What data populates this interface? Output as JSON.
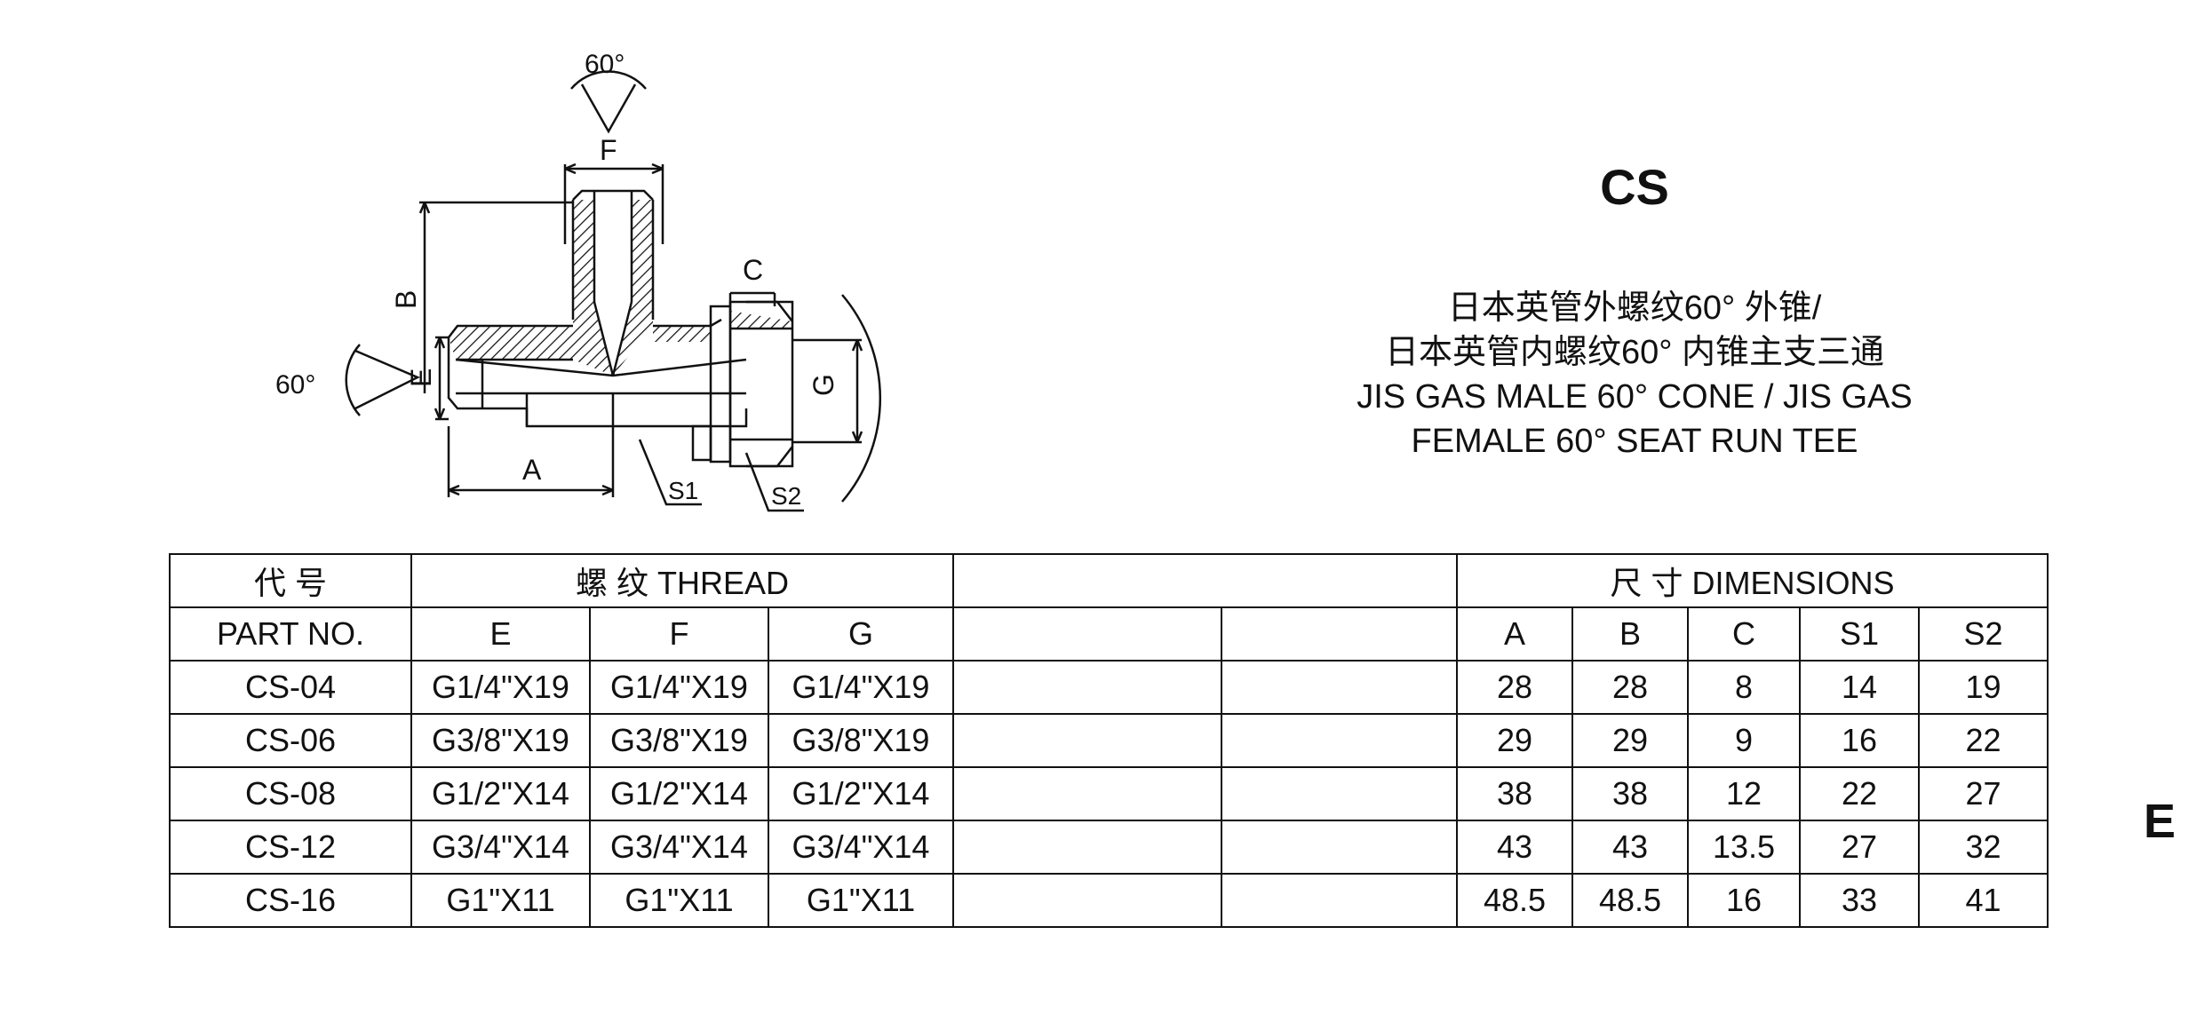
{
  "drawing": {
    "angle_top": "60°",
    "angle_left": "60°",
    "dims": {
      "A": "A",
      "B": "B",
      "C": "C",
      "E": "E",
      "F": "F",
      "G": "G",
      "S1": "S1",
      "S2": "S2"
    }
  },
  "title": {
    "code": "CS",
    "cn_line1": "日本英管外螺纹60° 外锥/",
    "cn_line2": "日本英管内螺纹60° 内锥主支三通",
    "en_line1": "JIS GAS MALE 60° CONE  / JIS GAS",
    "en_line2": "FEMALE 60° SEAT RUN TEE"
  },
  "side_letter": "E",
  "table": {
    "part_no_cn": "代  号",
    "part_no_en": "PART NO.",
    "thread_header": "螺  纹  THREAD",
    "dimensions_header": "尺  寸    DIMENSIONS",
    "thread_cols": [
      "E",
      "F",
      "G"
    ],
    "dim_cols": [
      "A",
      "B",
      "C",
      "S1",
      "S2"
    ],
    "rows": [
      {
        "part": "CS-04",
        "E": "G1/4\"X19",
        "F": "G1/4\"X19",
        "G": "G1/4\"X19",
        "A": "28",
        "B": "28",
        "C": "8",
        "S1": "14",
        "S2": "19"
      },
      {
        "part": "CS-06",
        "E": "G3/8\"X19",
        "F": "G3/8\"X19",
        "G": "G3/8\"X19",
        "A": "29",
        "B": "29",
        "C": "9",
        "S1": "16",
        "S2": "22"
      },
      {
        "part": "CS-08",
        "E": "G1/2\"X14",
        "F": "G1/2\"X14",
        "G": "G1/2\"X14",
        "A": "38",
        "B": "38",
        "C": "12",
        "S1": "22",
        "S2": "27"
      },
      {
        "part": "CS-12",
        "E": "G3/4\"X14",
        "F": "G3/4\"X14",
        "G": "G3/4\"X14",
        "A": "43",
        "B": "43",
        "C": "13.5",
        "S1": "27",
        "S2": "32"
      },
      {
        "part": "CS-16",
        "E": "G1\"X11",
        "F": "G1\"X11",
        "G": "G1\"X11",
        "A": "48.5",
        "B": "48.5",
        "C": "16",
        "S1": "33",
        "S2": "41"
      }
    ]
  }
}
